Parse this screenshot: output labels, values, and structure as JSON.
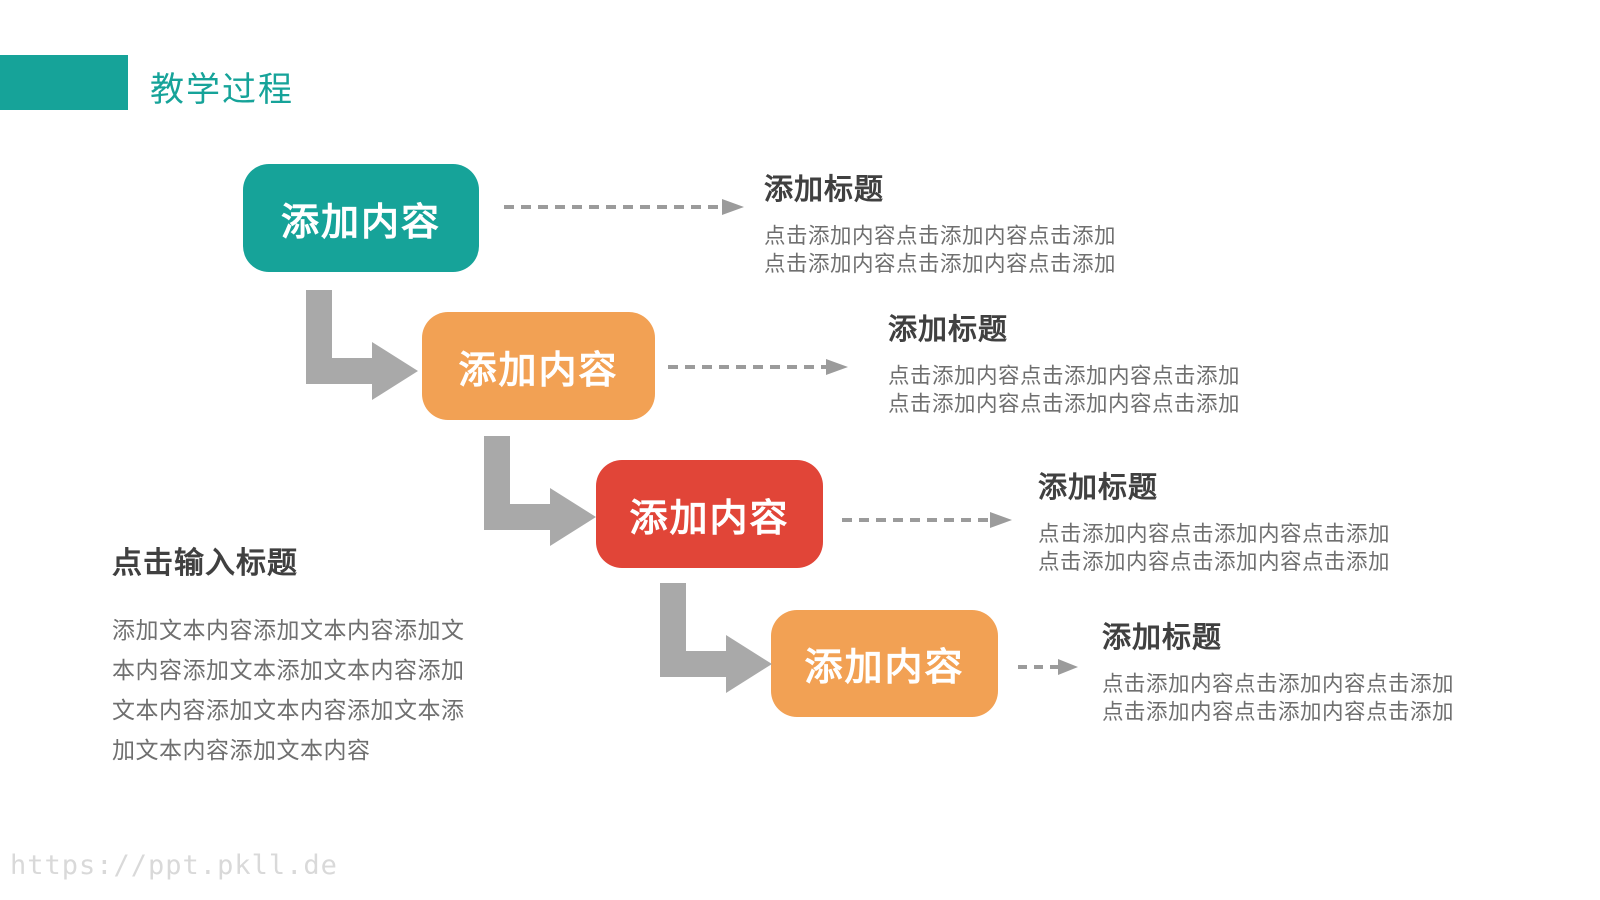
{
  "slide": {
    "title": "教学过程",
    "watermark": "https://ppt.pkll.de"
  },
  "colors": {
    "teal": "#16A399",
    "orange": "#F2A154",
    "red": "#E14538",
    "arrow_gray": "#A9A9A9",
    "dash_gray": "#9B9B9B",
    "heading_text": "#404040",
    "body_text": "#6F6F6F",
    "watermark_text": "#D9D9D9"
  },
  "steps": [
    {
      "box_label": "添加内容",
      "box_color": "#16A399",
      "title": "添加标题",
      "line1": "点击添加内容点击添加内容点击添加",
      "line2": "点击添加内容点击添加内容点击添加"
    },
    {
      "box_label": "添加内容",
      "box_color": "#F2A154",
      "title": "添加标题",
      "line1": "点击添加内容点击添加内容点击添加",
      "line2": "点击添加内容点击添加内容点击添加"
    },
    {
      "box_label": "添加内容",
      "box_color": "#E14538",
      "title": "添加标题",
      "line1": "点击添加内容点击添加内容点击添加",
      "line2": "点击添加内容点击添加内容点击添加"
    },
    {
      "box_label": "添加内容",
      "box_color": "#F2A154",
      "title": "添加标题",
      "line1": "点击添加内容点击添加内容点击添加",
      "line2": "点击添加内容点击添加内容点击添加"
    }
  ],
  "left_block": {
    "heading": "点击输入标题",
    "lines": [
      "添加文本内容添加文本内容添加文",
      "本内容添加文本添加文本内容添加",
      "文本内容添加文本内容添加文本添",
      "加文本内容添加文本内容"
    ]
  }
}
